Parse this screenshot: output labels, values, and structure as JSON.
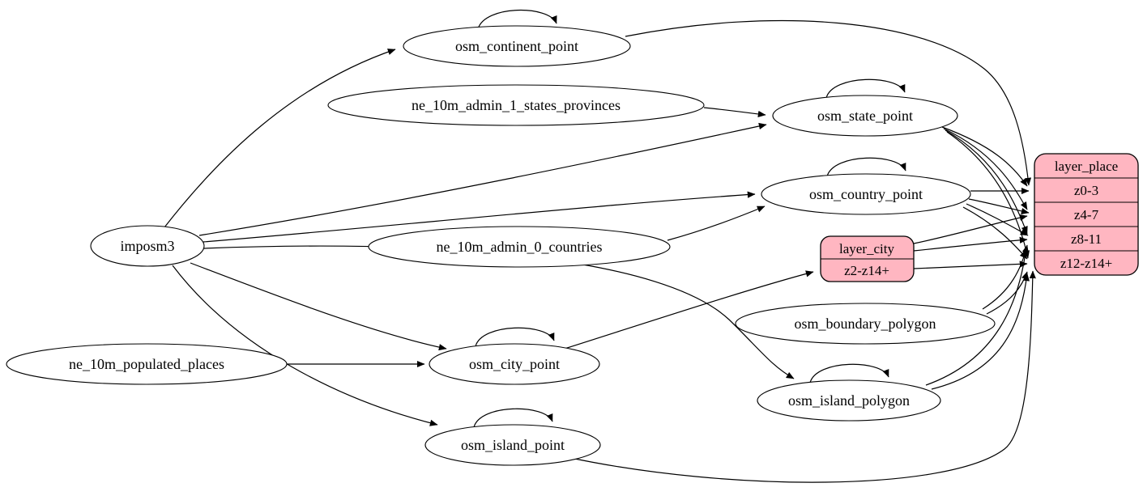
{
  "diagram": {
    "colors": {
      "background": "#ffffff",
      "table_node_fill": "#ffffff",
      "node_stroke": "#000000",
      "layer_node_fill": "#ffb6c1",
      "edge_color": "#000000"
    },
    "nodes": {
      "imposm3": {
        "label": "imposm3"
      },
      "osm_continent_point": {
        "label": "osm_continent_point"
      },
      "ne_10m_admin_1_states_provinces": {
        "label": "ne_10m_admin_1_states_provinces"
      },
      "osm_state_point": {
        "label": "osm_state_point"
      },
      "osm_country_point": {
        "label": "osm_country_point"
      },
      "ne_10m_admin_0_countries": {
        "label": "ne_10m_admin_0_countries"
      },
      "osm_boundary_polygon": {
        "label": "osm_boundary_polygon"
      },
      "ne_10m_populated_places": {
        "label": "ne_10m_populated_places"
      },
      "osm_city_point": {
        "label": "osm_city_point"
      },
      "osm_island_polygon": {
        "label": "osm_island_polygon"
      },
      "osm_island_point": {
        "label": "osm_island_point"
      }
    },
    "records": {
      "layer_place": {
        "title": "layer_place",
        "rows": [
          "z0-3",
          "z4-7",
          "z8-11",
          "z12-z14+"
        ]
      },
      "layer_city": {
        "title": "layer_city",
        "rows": [
          "z2-z14+"
        ]
      }
    },
    "edges": [
      {
        "from": "imposm3",
        "to": "osm_continent_point"
      },
      {
        "from": "imposm3",
        "to": "osm_state_point"
      },
      {
        "from": "imposm3",
        "to": "osm_country_point"
      },
      {
        "from": "imposm3",
        "to": "osm_city_point"
      },
      {
        "from": "imposm3",
        "to": "osm_island_point"
      },
      {
        "from": "imposm3",
        "to": "osm_island_polygon"
      },
      {
        "from": "ne_10m_admin_1_states_provinces",
        "to": "osm_state_point"
      },
      {
        "from": "ne_10m_admin_0_countries",
        "to": "osm_country_point"
      },
      {
        "from": "ne_10m_populated_places",
        "to": "osm_city_point"
      },
      {
        "from": "osm_continent_point",
        "to": "osm_continent_point"
      },
      {
        "from": "osm_state_point",
        "to": "osm_state_point"
      },
      {
        "from": "osm_country_point",
        "to": "osm_country_point"
      },
      {
        "from": "osm_city_point",
        "to": "osm_city_point"
      },
      {
        "from": "osm_island_polygon",
        "to": "osm_island_polygon"
      },
      {
        "from": "osm_island_point",
        "to": "osm_island_point"
      },
      {
        "from": "osm_continent_point",
        "to": "layer_place:z0-3"
      },
      {
        "from": "osm_state_point",
        "to": "layer_place:z0-3"
      },
      {
        "from": "osm_state_point",
        "to": "layer_place:z4-7"
      },
      {
        "from": "osm_state_point",
        "to": "layer_place:z8-11"
      },
      {
        "from": "osm_state_point",
        "to": "layer_place:z12-z14+"
      },
      {
        "from": "osm_country_point",
        "to": "layer_place:z0-3"
      },
      {
        "from": "osm_country_point",
        "to": "layer_place:z4-7"
      },
      {
        "from": "osm_country_point",
        "to": "layer_place:z8-11"
      },
      {
        "from": "osm_country_point",
        "to": "layer_place:z12-z14+"
      },
      {
        "from": "osm_boundary_polygon",
        "to": "layer_place:z8-11"
      },
      {
        "from": "osm_boundary_polygon",
        "to": "layer_place:z12-z14+"
      },
      {
        "from": "osm_island_polygon",
        "to": "layer_place:z8-11"
      },
      {
        "from": "osm_island_polygon",
        "to": "layer_place:z12-z14+"
      },
      {
        "from": "osm_island_point",
        "to": "layer_place:z12-z14+"
      },
      {
        "from": "osm_city_point",
        "to": "layer_city:z2-z14+"
      },
      {
        "from": "layer_city",
        "to": "layer_place:z4-7"
      },
      {
        "from": "layer_city",
        "to": "layer_place:z8-11"
      },
      {
        "from": "layer_city",
        "to": "layer_place:z12-z14+"
      }
    ]
  }
}
